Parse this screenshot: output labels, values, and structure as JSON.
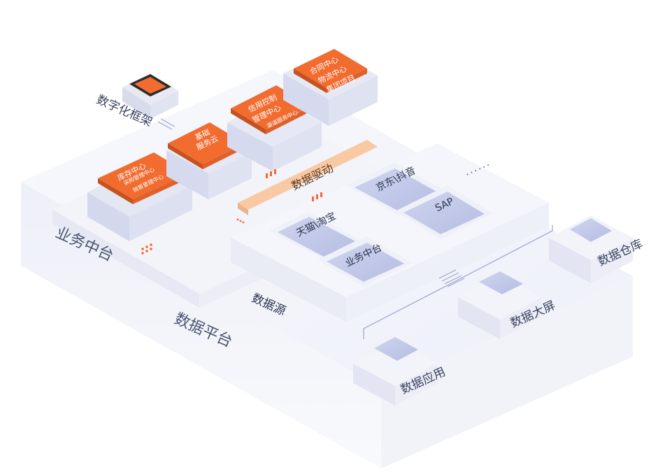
{
  "diagram": {
    "platform": {
      "label": "数据平台"
    },
    "business_middle": {
      "label": "业务中台"
    },
    "digital_framework": {
      "label": "数字化框架"
    },
    "data_driven": {
      "label": "数据驱动"
    },
    "data_source": {
      "label": "数据源"
    },
    "dots": "......",
    "modules": {
      "inventory": {
        "items": [
          "库存中心",
          "采购管理中心",
          "销售管理中心"
        ]
      },
      "basic_cloud": {
        "lines": [
          "基础",
          "服务云"
        ]
      },
      "credit": {
        "lines": [
          "信用控制",
          "管理中心"
        ],
        "sub": "渠道服务中心"
      },
      "group": {
        "items": [
          "合同中心",
          "物流中心",
          "集团项目"
        ]
      }
    },
    "sources": {
      "tmall": "天猫\\淘宝",
      "jd": "京东\\抖音",
      "sap": "SAP",
      "biz_center": "业务中台"
    },
    "outputs": {
      "warehouse": "数据仓库",
      "big_screen": "数据大屏",
      "application": "数据应用"
    },
    "colors": {
      "orange": "#f26b2f",
      "light_orange": "#f9c9a4",
      "tile": "#c3c9e8",
      "slab": "#eef0f8",
      "line": "#9aa4c9"
    }
  }
}
